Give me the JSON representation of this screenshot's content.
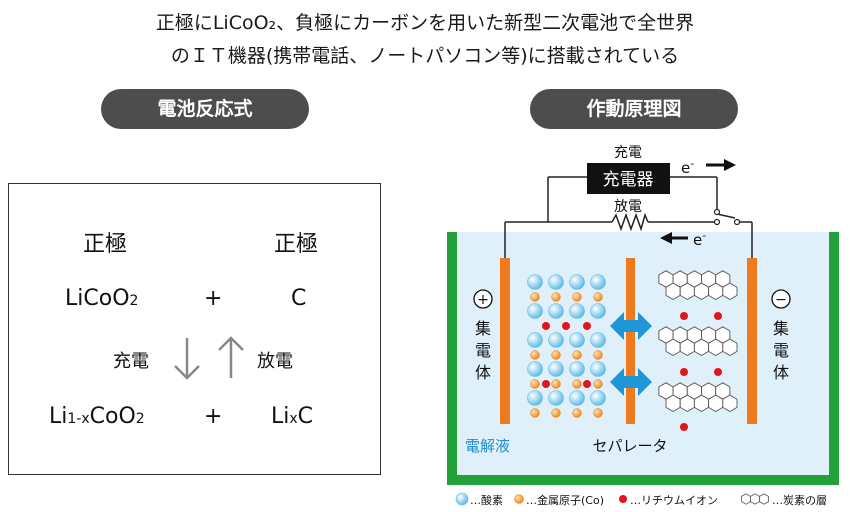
{
  "headline": {
    "line1": "正極にLiCoO₂、負極にカーボンを用いた新型二次電池で全世界",
    "line2": "のＩＴ機器(携帯電話、ノートパソコン等)に搭載されている"
  },
  "reaction": {
    "title": "電池反応式",
    "positive_label": "正極",
    "negative_label": "正極",
    "pos_before": "LiCoO",
    "pos_before_sub": "2",
    "plus": "+",
    "neg_before": "C",
    "charge": "充電",
    "discharge": "放電",
    "pos_after_1": "Li",
    "pos_after_sub": "1-x",
    "pos_after_2": "CoO",
    "pos_after_sub2": "2",
    "neg_after_1": "Li",
    "neg_after_sub": "x",
    "neg_after_2": "C"
  },
  "principle": {
    "title": "作動原理図",
    "charge_label": "充電",
    "charger": "充電器",
    "electron": "e",
    "electron_sup": "-",
    "discharge_label": "放電",
    "pos_collector_sign": "+",
    "neg_collector_sign": "−",
    "pos_collector_label": [
      "集",
      "電",
      "体"
    ],
    "neg_collector_label": [
      "集",
      "電",
      "体"
    ],
    "electrolyte": "電解液",
    "separator": "セパレータ"
  },
  "legend": {
    "oxygen": "…酸素",
    "metal": "…金属原子(Co)",
    "lithium": "…リチウムイオン",
    "carbon": "…炭素の層"
  },
  "colors": {
    "container": "#24a03a",
    "electrolyte": "#dff0fa",
    "collector": "#ee7a1e",
    "oxygen": "#8fd3f2",
    "metal": "#f39a3a",
    "lithium": "#e3141b",
    "arrow": "#1e96d8",
    "pill": "#4d4d4d",
    "electrolyte_text": "#1e8fd0"
  }
}
